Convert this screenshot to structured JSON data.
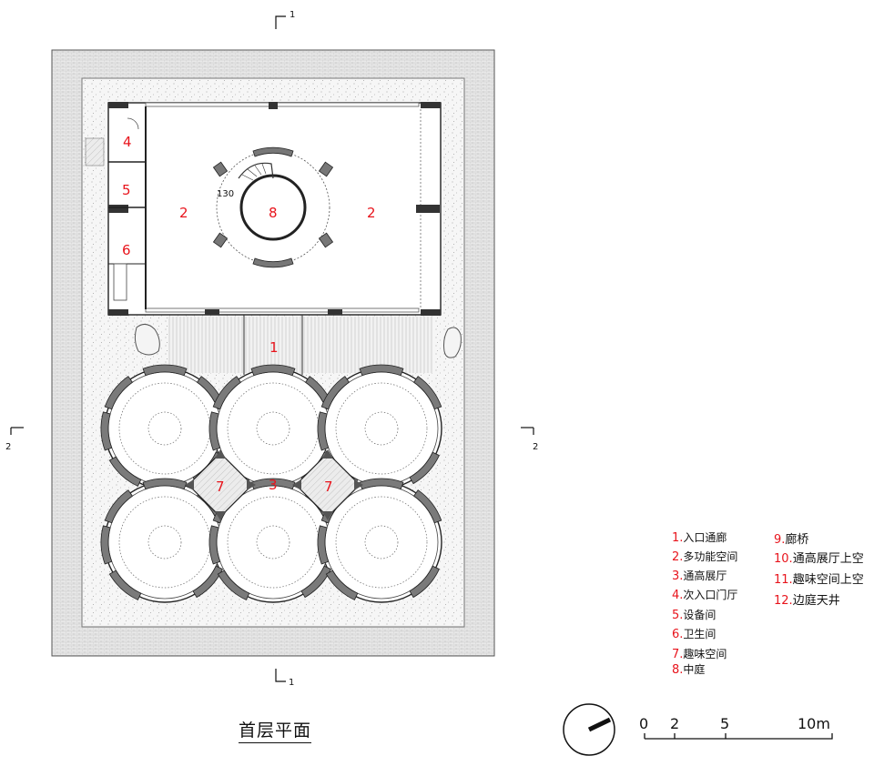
{
  "title": "首层平面",
  "room_labels": {
    "entrance": "1",
    "multi_left": "2",
    "multi_right": "2",
    "hall": "3",
    "side_entrance": "4",
    "equipment": "5",
    "restroom": "6",
    "fun_left": "7",
    "fun_right": "7",
    "courtyard": "8"
  },
  "stair_label": "130",
  "section_marks": {
    "top": "1",
    "bottom": "1",
    "left": "2",
    "right": "2"
  },
  "legend_left": [
    {
      "num": "1.",
      "text": "入口通廊"
    },
    {
      "num": "2.",
      "text": "多功能空间"
    },
    {
      "num": "3.",
      "text": "通高展厅"
    },
    {
      "num": "4.",
      "text": "次入口门厅"
    },
    {
      "num": "5.",
      "text": "设备间"
    },
    {
      "num": "6.",
      "text": "卫生间"
    },
    {
      "num": "7.",
      "text": "趣味空间"
    },
    {
      "num": "8.",
      "text": "中庭"
    }
  ],
  "legend_right": [
    {
      "num": "9.",
      "text": "廊桥"
    },
    {
      "num": "10.",
      "text": "通高展厅上空"
    },
    {
      "num": "11.",
      "text": "趣味空间上空"
    },
    {
      "num": "12.",
      "text": "边庭天井"
    }
  ],
  "scale_labels": [
    "0",
    "2",
    "5",
    "10m"
  ],
  "colors": {
    "label_red": "#e8141c",
    "wall_grey": "#888888",
    "site_fill": "#e6e6e6"
  }
}
